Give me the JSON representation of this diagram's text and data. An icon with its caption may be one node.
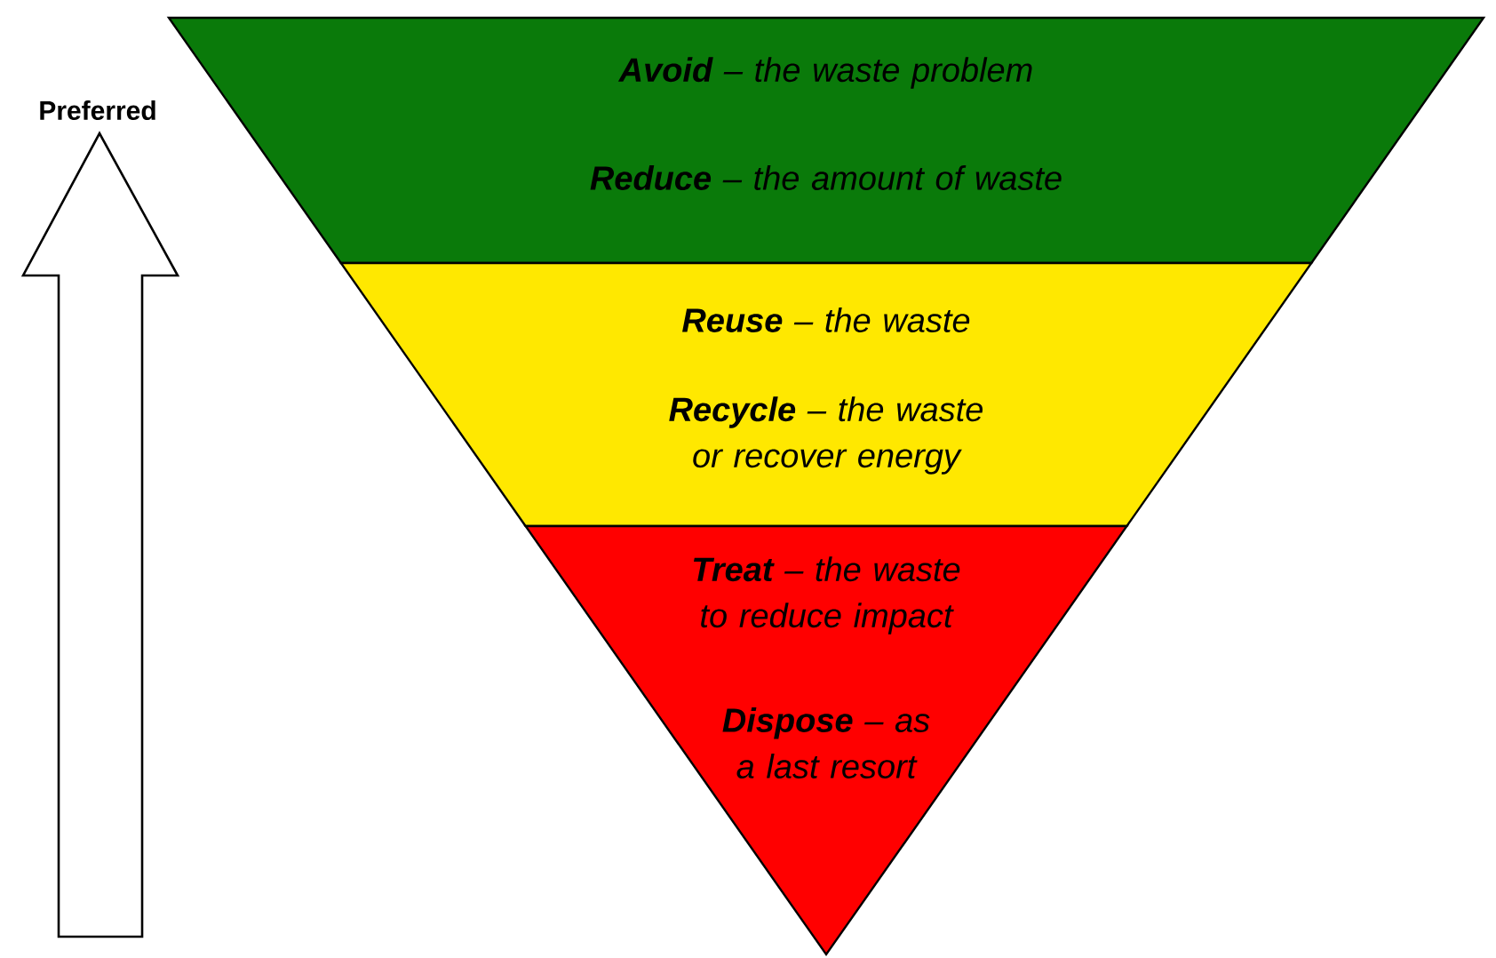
{
  "diagram": {
    "nodes": [
      {
        "text": [
          "**Avoid** – the waste problem",
          "**Reduce** – the amount of waste"
        ]
      },
      {
        "text": [
          "**Reuse** – the waste",
          "**Recycle** – the waste or recover energy"
        ]
      },
      {
        "text": [
          "**Treat** – the waste to reduce impact",
          "**Dispose** – as a last resort"
        ]
      }
    ],
    "labels": [
      "Preferred"
    ]
  }
}
